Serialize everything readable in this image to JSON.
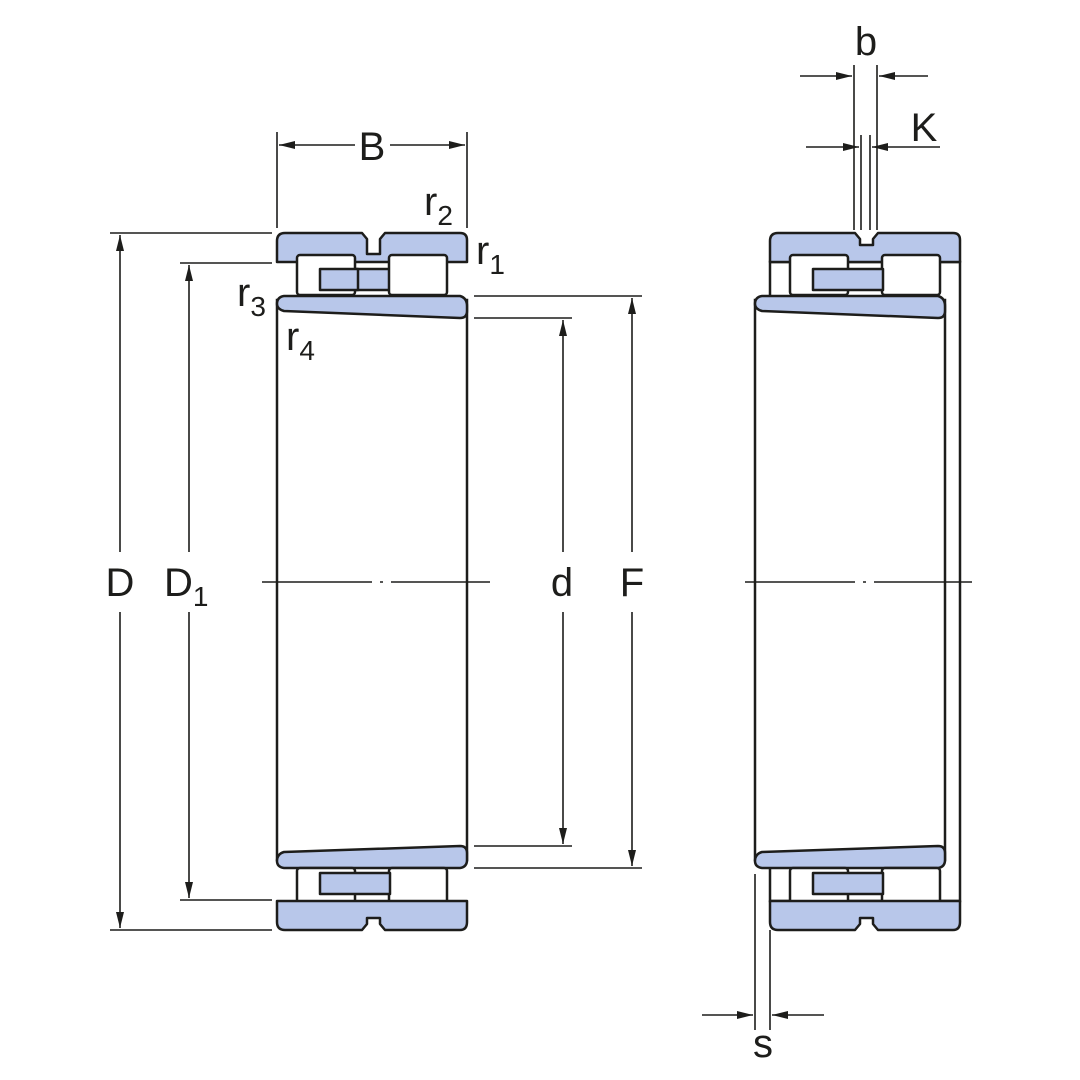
{
  "labels": {
    "B": "B",
    "r2": "r",
    "r2_sub": "2",
    "r1": "r",
    "r1_sub": "1",
    "r3": "r",
    "r3_sub": "3",
    "r4": "r",
    "r4_sub": "4",
    "D": "D",
    "D1": "D",
    "D1_sub": "1",
    "d": "d",
    "F": "F",
    "b": "b",
    "K": "K",
    "s": "s"
  },
  "colors": {
    "steel": "#b8c7ea",
    "outline": "#1d1d1b",
    "background": "#ffffff"
  }
}
